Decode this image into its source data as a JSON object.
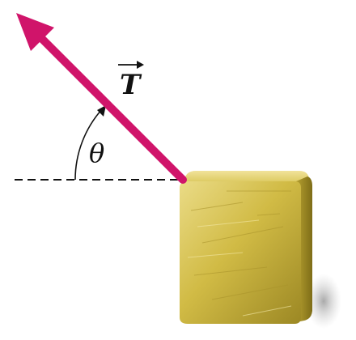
{
  "diagram": {
    "vector_label": "T",
    "angle_label": "θ",
    "colors": {
      "vector": "#d0146a",
      "block_light": "#e8d777",
      "block_mid": "#c9b23c",
      "block_dark": "#8c7a1c",
      "shadow": "#bdbdbd",
      "reference_line": "#111111"
    },
    "angle_degrees": 45
  }
}
